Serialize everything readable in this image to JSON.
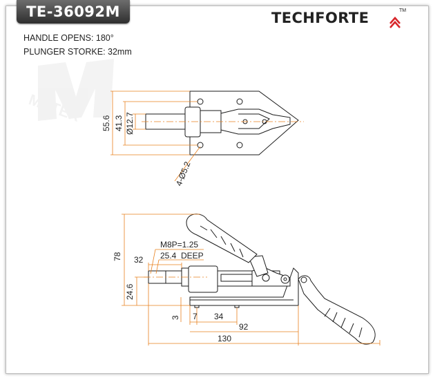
{
  "header": {
    "model": "TE-36092M",
    "brand": "TECHFORTE",
    "trademark": "TM"
  },
  "specs": {
    "handle_opens": "HANDLE OPENS: 180°",
    "plunger_stroke": "PLUNGER STORKE: 32mm"
  },
  "watermark": "METER",
  "top_view_dims": {
    "overall_height": "55.6",
    "hole_spacing": "41.3",
    "plunger_diameter": "Ø12.7",
    "mount_holes": "4-Ø5.2"
  },
  "side_view_dims": {
    "height": "78",
    "plunger_height": "24.6",
    "thread": "M8P=1.25",
    "thread_depth_value": "25.4",
    "thread_depth_label": "DEEP",
    "plunger_length": "32",
    "base_thickness": "3",
    "hole_offset": "7",
    "hole_spacing": "34",
    "base_length": "92",
    "overall_length": "130"
  },
  "colors": {
    "dimension_line": "#e8801e",
    "drawing_line": "#1a1a1a",
    "brand_red": "#d8262b"
  }
}
